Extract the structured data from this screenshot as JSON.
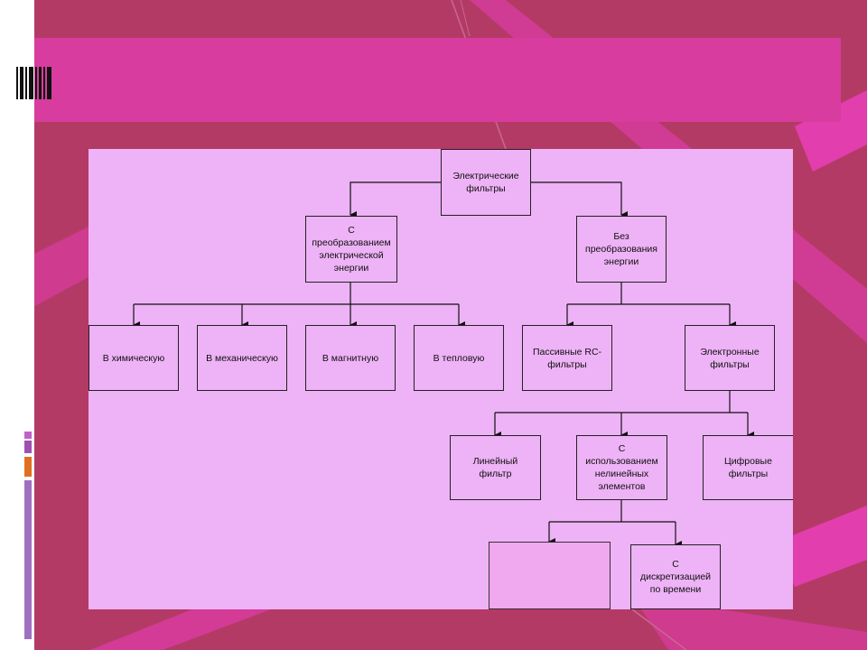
{
  "slide": {
    "colors": {
      "background": "#b43a66",
      "title_bar": "#d83c9e",
      "panel": "#eeb2f6",
      "stripes": "#e83cb8"
    }
  },
  "diagram": {
    "root": "Электрические\nфильтры",
    "with_conversion": "С\nпреобразованием\nэлектрической\nэнергии",
    "without_conversion": "Без\nпреобразования\nэнергии",
    "chemical": "В химическую",
    "mechanical": "В механическую",
    "magnetic": "В магнитную",
    "thermal": "В тепловую",
    "passive_rc": "Пассивные RC-\nфильтры",
    "electronic": "Электронные\nфильтры",
    "linear": "Линейный\nфильтр",
    "nonlinear": "С\nиспользованием\nнелинейных\nэлементов",
    "digital": "Цифровые\nфильтры",
    "blank": "",
    "discrete_time": "С\nдискретизацией\nпо времени"
  }
}
